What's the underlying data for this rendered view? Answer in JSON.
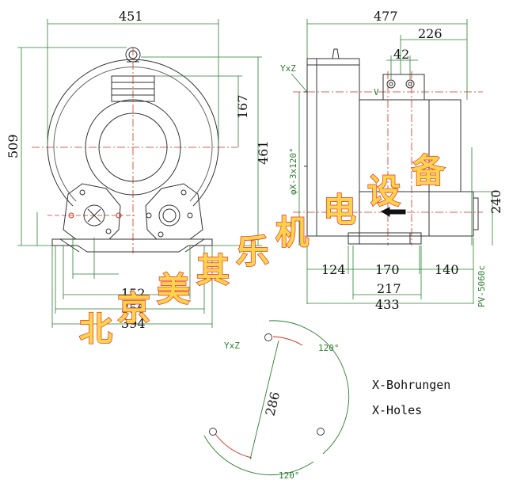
{
  "front_view": {
    "dims": {
      "overall_width": "451",
      "overall_height": "509",
      "outlet_center": "167",
      "center_height": "461",
      "foot_inner": "152",
      "foot_mid": "356",
      "foot_outer": "394"
    }
  },
  "side_view": {
    "dims": {
      "overall_length": "477",
      "motor_length": "226",
      "terminal_spacing": "42",
      "height": "240",
      "seg_a": "124",
      "seg_b": "170",
      "seg_c": "140",
      "foot_span": "217",
      "base_length": "433"
    },
    "labels": {
      "yxz": "YxZ",
      "hole_spec": "φX-3x120°",
      "model": "PV-5060c",
      "v_mark": "V"
    }
  },
  "hole_pattern": {
    "yxz": "YxZ",
    "pcd": "286",
    "angle_top": "120°",
    "angle_bottom": "120°"
  },
  "legend": {
    "line1": "X-Bohrungen",
    "line2": "X-Holes"
  },
  "watermark": {
    "chars": [
      "北",
      "京",
      "美",
      "其",
      "乐",
      "机",
      "电",
      "设",
      "备"
    ]
  },
  "colors": {
    "line": "#333333",
    "dim_line": "#2e7d32",
    "center_line": "#d03020",
    "watermark_fill": "#ffd34d",
    "watermark_stroke": "#e0321f"
  }
}
